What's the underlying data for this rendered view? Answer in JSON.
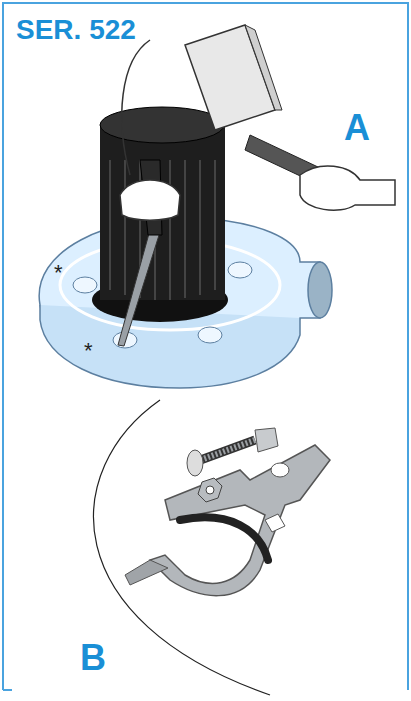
{
  "diagram": {
    "title": "SER. 522",
    "labels": [
      "A",
      "*",
      "*",
      "B"
    ]
  }
}
